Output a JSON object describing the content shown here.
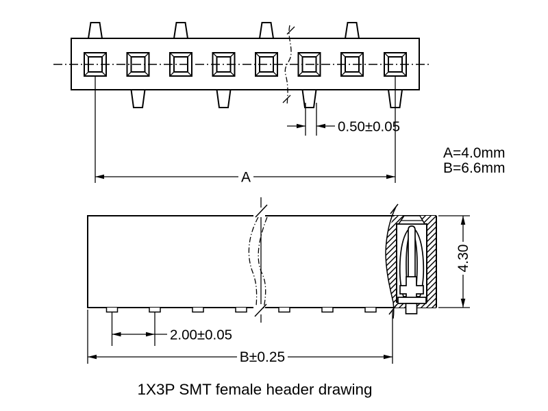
{
  "caption": "1X3P SMT female header drawing",
  "notes": {
    "line1": "A=4.0mm",
    "line2": "B=6.6mm"
  },
  "dimensions": {
    "pin_width": "0.50±0.05",
    "row_span": "A",
    "pad_pitch": "2.00±0.05",
    "body_length": "B±0.25",
    "body_height": "4.30"
  },
  "top_view": {
    "sockets": 8,
    "top_tabs": 4,
    "bottom_tabs": 4
  },
  "side_view": {
    "smt_pads": 7,
    "contacts_shown": 1
  },
  "colors": {
    "ink": "#000000",
    "paper": "#ffffff"
  }
}
